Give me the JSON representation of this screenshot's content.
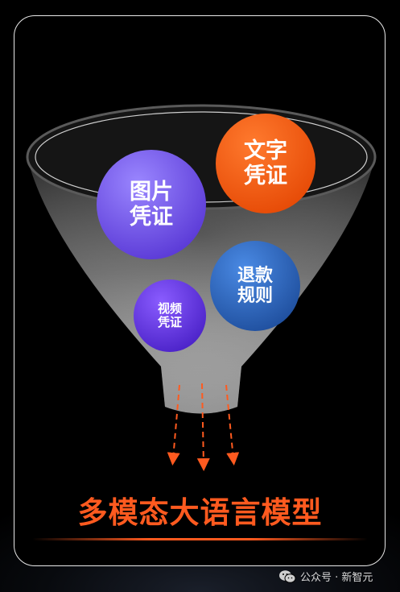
{
  "title": "多模态大语言模型",
  "balls": {
    "image": "图片\n凭证",
    "text": "文字\n凭证",
    "refund": "退款\n规则",
    "video": "视频\n凭证"
  },
  "watermark": {
    "text": "公众号 · 新智元",
    "icon": "wechat-icon"
  },
  "colors": {
    "title": "#ff5a1f",
    "arrows": "#ff5a1f",
    "image_ball": "#7b5cf0",
    "text_ball": "#ff5a12",
    "refund_ball": "#2f6fc8",
    "video_ball": "#6a3fe0"
  }
}
